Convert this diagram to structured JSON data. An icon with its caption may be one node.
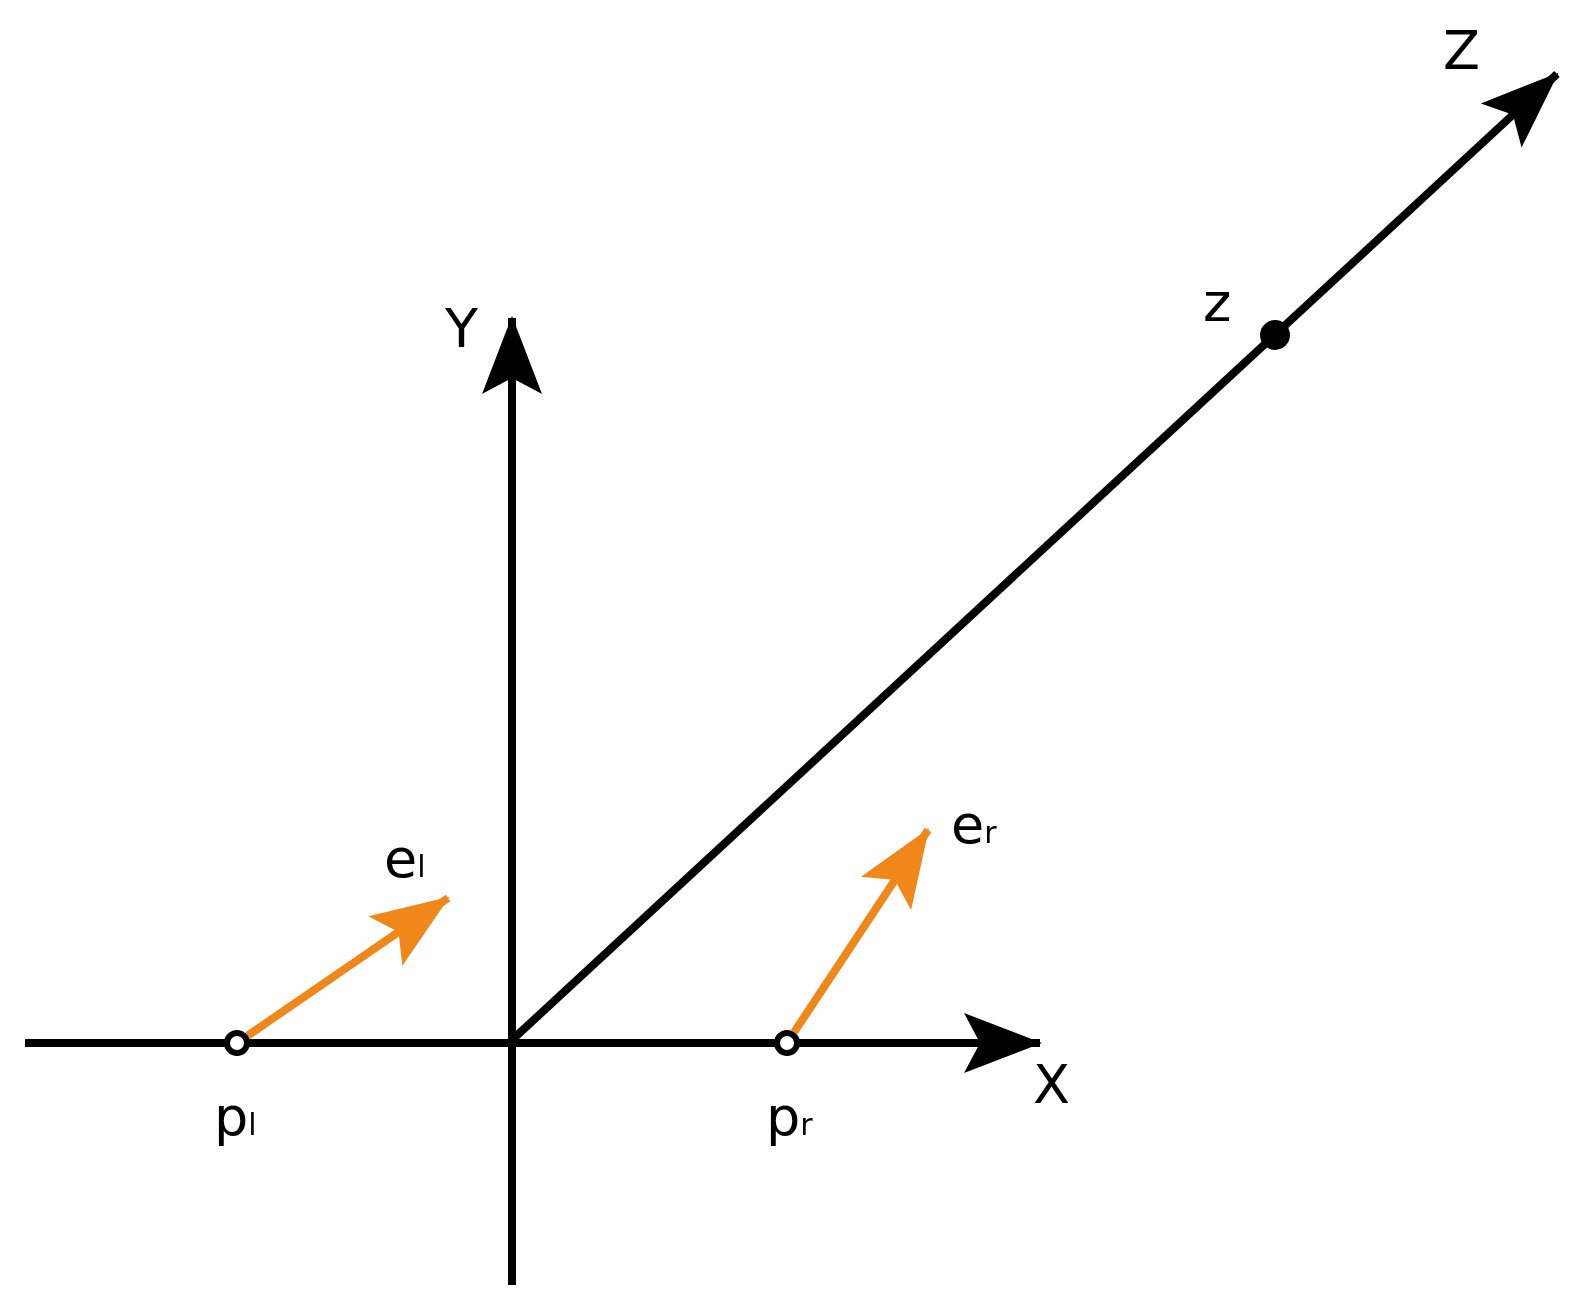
{
  "diagram": {
    "nodes": [
      {
        "text": [],
        "shape": "circle",
        "beside": [
          "z"
        ]
      },
      {
        "text": [],
        "shape": "circle",
        "beside": [
          "p$_{l}$"
        ]
      },
      {
        "text": [],
        "shape": "circle",
        "beside": [
          "p$_{r}$"
        ]
      }
    ],
    "edges": [
      {
        "from": 1,
        "to": null,
        "arrow": "to",
        "color": "#f0871a",
        "label": "e$_{l}$"
      },
      {
        "from": 2,
        "to": null,
        "arrow": "to",
        "color": "#f0871a",
        "label": "e$_{r}$"
      }
    ],
    "labels": [
      "Z",
      "Y",
      "X"
    ]
  }
}
